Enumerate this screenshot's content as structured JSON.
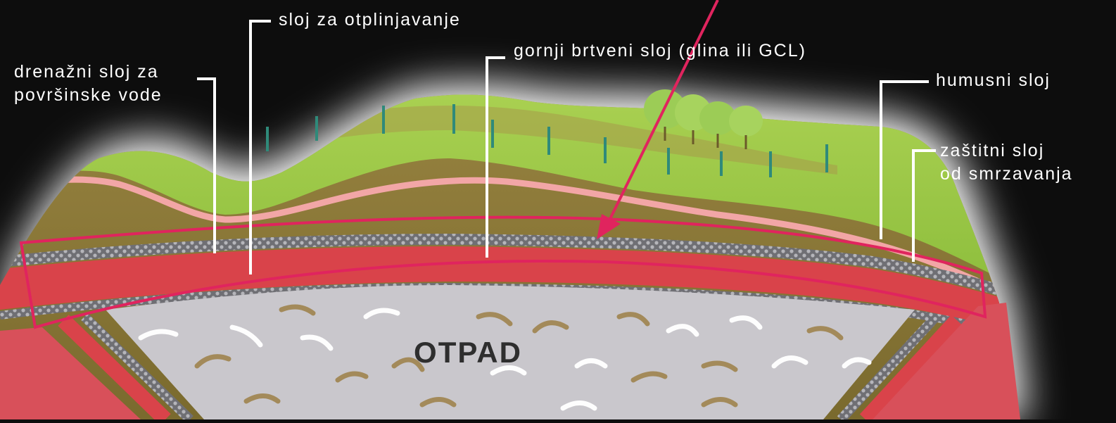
{
  "labels": {
    "surface_drainage": [
      "drenažni sloj za",
      "površinske vode"
    ],
    "degassing": "sloj za otplinjavanje",
    "upper_seal": "gornji brtveni sloj (glina ili GCL)",
    "humus": "humusni sloj",
    "frost_protection": [
      "zaštitni sloj",
      "od smrzavanja"
    ]
  },
  "waste_label": "OTPAD",
  "colors": {
    "background": "#0d0d0d",
    "halo": "#ffffff",
    "grass": "#9cc94a",
    "soil": "#8a7a3c",
    "pink_layer": "#f2a6a6",
    "red_layer": "#d9434a",
    "gravel": "#9a9aa0",
    "waste": "#c9c7cc",
    "highlight": "#e0245e",
    "leader_line": "#ffffff"
  }
}
